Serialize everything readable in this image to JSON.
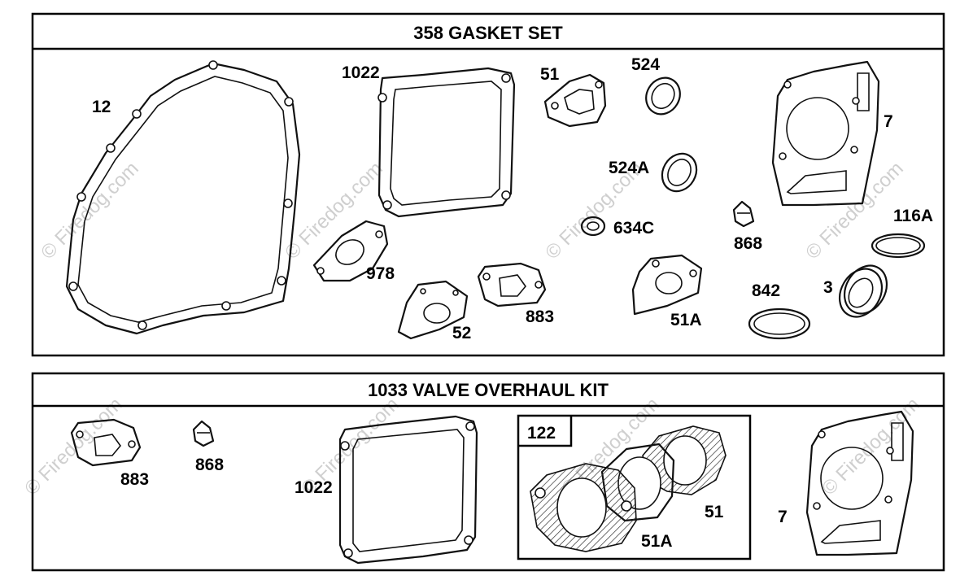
{
  "watermark_text": "© Firedog.com",
  "panels": {
    "gasket_set": {
      "title": "358 GASKET SET",
      "callouts": {
        "crankcase": "12",
        "valve_cover": "1022",
        "exhaust": "51",
        "washer_a": "524",
        "washer_b": "524A",
        "seal_ring": "634C",
        "carb": "978",
        "intake_52": "52",
        "intake_883": "883",
        "adapter": "51A",
        "stem_seal": "868",
        "head": "7",
        "oring_a": "116A",
        "oring_b": "842",
        "oil_seal": "3"
      }
    },
    "valve_kit": {
      "title": "1033 VALVE OVERHAUL KIT",
      "callouts": {
        "intake_883": "883",
        "stem_seal": "868",
        "valve_cover": "1022",
        "inset_box": "122",
        "inset_51": "51",
        "inset_51a": "51A",
        "head": "7"
      }
    }
  }
}
